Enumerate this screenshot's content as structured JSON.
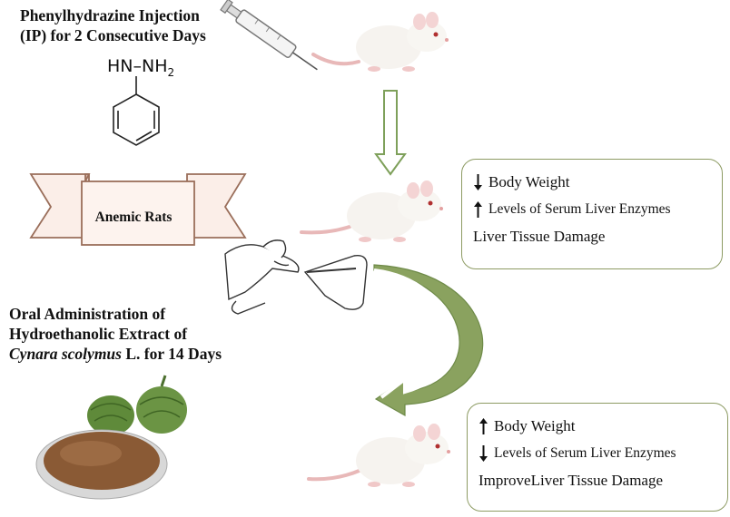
{
  "injection": {
    "title_line1": "Phenylhydrazine Injection",
    "title_line2": "(IP) for 2 Consecutive Days",
    "formula_hn": "HN",
    "formula_nh": "NH",
    "formula_sub": "2"
  },
  "ribbon": {
    "label": "Anemic Rats"
  },
  "anemic_effects": {
    "items": [
      {
        "arrow": "down",
        "text": "Body Weight"
      },
      {
        "arrow": "up",
        "text": "Levels of Serum Liver Enzymes"
      },
      {
        "arrow": "none",
        "text": "Liver Tissue Damage"
      }
    ]
  },
  "oral": {
    "line1": "Oral Administration of",
    "line2": "Hydroethanolic Extract of",
    "line3_italic": "Cynara scolymus",
    "line3_rest": " L. for 14 Days"
  },
  "treated_effects": {
    "items": [
      {
        "arrow": "up",
        "text": "Body Weight"
      },
      {
        "arrow": "down",
        "text": "Levels of Serum Liver Enzymes"
      },
      {
        "arrow": "none",
        "text": "ImproveLiver Tissue Damage"
      }
    ]
  },
  "colors": {
    "box_border": "#8d9b63",
    "flow_arrow": "#7ea05a",
    "curved_arrow_fill": "#8aa25f",
    "artichoke": "#5f8a3a",
    "powder": "#8a5a35"
  }
}
